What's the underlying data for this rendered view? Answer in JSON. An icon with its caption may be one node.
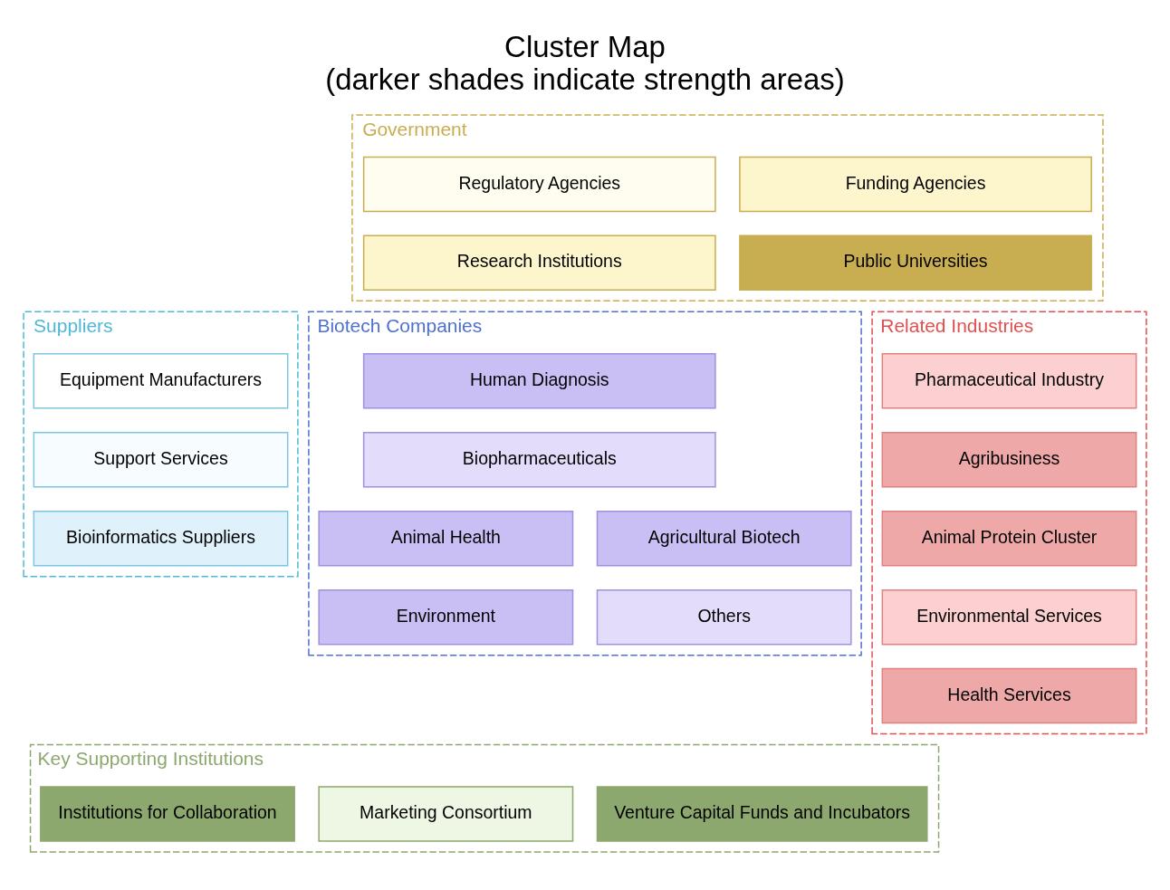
{
  "diagram": {
    "title": "Cluster Map",
    "caption": "(darker shades indicate strength areas)",
    "nodes": [
      {
        "text": [
          "Government"
        ]
      },
      {
        "text": [
          "Regulatory Agencies"
        ],
        "in": 0
      },
      {
        "text": [
          "Funding Agencies"
        ],
        "in": 0
      },
      {
        "text": [
          "Research Institutions"
        ],
        "in": 0
      },
      {
        "text": [
          "Public Universities"
        ],
        "in": 0
      },
      {
        "text": [
          "Related Industries"
        ]
      },
      {
        "text": [
          "Pharmaceutical Industry"
        ],
        "in": 5
      },
      {
        "text": [
          "Agribusiness"
        ],
        "in": 5
      },
      {
        "text": [
          "Animal Protein Cluster"
        ],
        "in": 5
      },
      {
        "text": [
          "Environmental Services"
        ],
        "in": 5
      },
      {
        "text": [
          "Health Services"
        ],
        "in": 5
      },
      {
        "text": [
          "Suppliers"
        ]
      },
      {
        "text": [
          "Equipment Manufacturers"
        ],
        "in": 11
      },
      {
        "text": [
          "Support Services"
        ],
        "in": 11
      },
      {
        "text": [
          "Bioinformatics Suppliers"
        ],
        "in": 11
      },
      {
        "text": [
          "Biotech Companies"
        ]
      },
      {
        "text": [
          "Human Diagnosis"
        ],
        "in": 15
      },
      {
        "text": [
          "Biopharmaceuticals"
        ],
        "in": 15
      },
      {
        "text": [
          "Animal Health"
        ],
        "in": 15
      },
      {
        "text": [
          "Agricultural Biotech"
        ],
        "in": 15
      },
      {
        "text": [
          "Environment"
        ],
        "in": 15
      },
      {
        "text": [
          "Others"
        ],
        "in": 15
      },
      {
        "text": [
          "Key Supporting Institutions"
        ]
      },
      {
        "text": [
          "Institutions for Collaboration"
        ],
        "in": 22
      },
      {
        "text": [
          "Marketing Consortium"
        ],
        "in": 22
      },
      {
        "text": [
          "Venture Capital Funds and Incubators"
        ],
        "in": 22
      }
    ],
    "edges": []
  }
}
